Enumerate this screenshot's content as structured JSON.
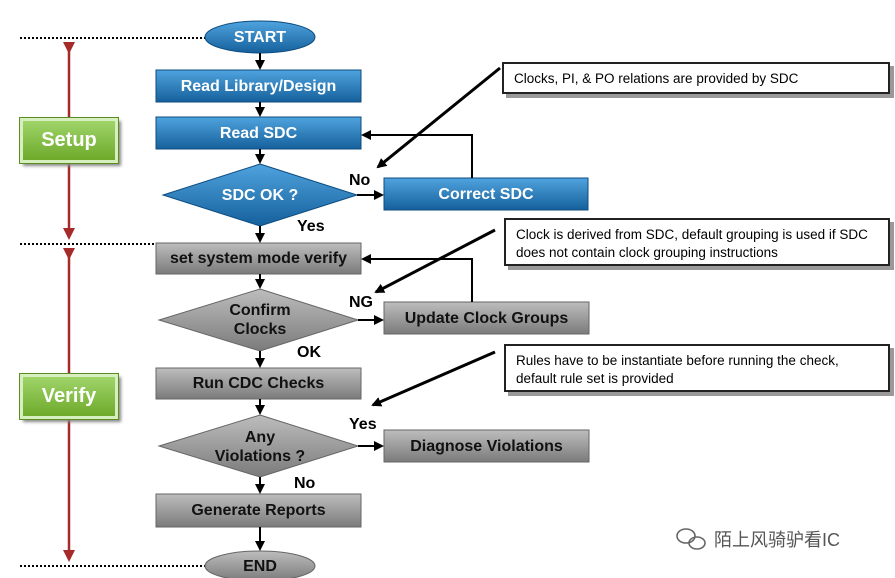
{
  "nodes": {
    "start": "START",
    "read_library": "Read Library/Design",
    "read_sdc": "Read SDC",
    "sdc_ok": "SDC OK ?",
    "correct_sdc": "Correct SDC",
    "set_mode": "set system mode verify",
    "confirm_clocks": "Confirm Clocks",
    "update_clock_groups": "Update Clock Groups",
    "run_cdc": "Run CDC Checks",
    "any_violations": "Any Violations ?",
    "diagnose": "Diagnose Violations",
    "generate_reports": "Generate Reports",
    "end": "END"
  },
  "edges": {
    "no1": "No",
    "yes1": "Yes",
    "ng": "NG",
    "ok": "OK",
    "yes2": "Yes",
    "no2": "No"
  },
  "notes": {
    "note1": "Clocks, PI, & PO relations are provided by SDC",
    "note2": "Clock is derived from SDC, default grouping is used if SDC does not contain clock grouping instructions",
    "note3": "Rules have to be instantiate before running the check, default rule set is provided"
  },
  "phases": {
    "setup": "Setup",
    "verify": "Verify"
  },
  "watermark": "陌上风骑驴看IC",
  "colors": {
    "blue_fill": "#1f6fae",
    "gray_fill": "#8c8c8c",
    "phase_green": "#7fbf3f",
    "phase_arrow": "#a52a2a"
  }
}
